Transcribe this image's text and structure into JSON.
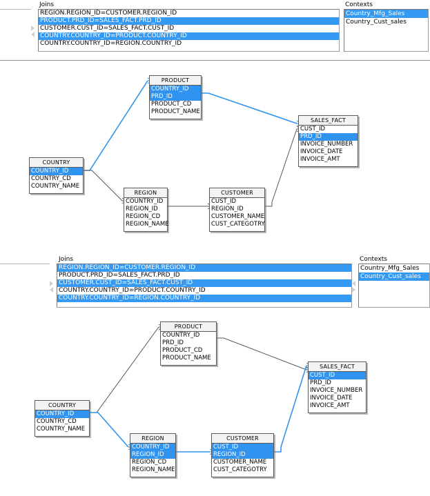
{
  "panels": [
    {
      "id": "panel-top",
      "joins_label": "Joins",
      "contexts_label": "Contexts",
      "joins": [
        {
          "text": "REGION.REGION_ID=CUSTOMER.REGION_ID",
          "selected": false
        },
        {
          "text": "PRODUCT.PRD_ID=SALES_FACT.PRD_ID",
          "selected": true
        },
        {
          "text": "CUSTOMER.CUST_ID=SALES_FACT.CUST_ID",
          "selected": false
        },
        {
          "text": "COUNTRY.COUNTRY_ID=PRODUCT.COUNTRY_ID",
          "selected": true
        },
        {
          "text": "COUNTRY.COUNTRY_ID=REGION.COUNTRY_ID",
          "selected": false
        }
      ],
      "contexts": [
        {
          "text": "Country_Mfg_Sales",
          "selected": true
        },
        {
          "text": "Country_Cust_sales",
          "selected": false
        }
      ]
    },
    {
      "id": "panel-bottom",
      "joins_label": "Joins",
      "contexts_label": "Contexts",
      "joins": [
        {
          "text": "REGION.REGION_ID=CUSTOMER.REGION_ID",
          "selected": true
        },
        {
          "text": "PRODUCT.PRD_ID=SALES_FACT.PRD_ID",
          "selected": false
        },
        {
          "text": "CUSTOMER.CUST_ID=SALES_FACT.CUST_ID",
          "selected": true
        },
        {
          "text": "COUNTRY.COUNTRY_ID=PRODUCT.COUNTRY_ID",
          "selected": false
        },
        {
          "text": "COUNTRY.COUNTRY_ID=REGION.COUNTRY_ID",
          "selected": true
        }
      ],
      "contexts": [
        {
          "text": "Country_Mfg_Sales",
          "selected": false
        },
        {
          "text": "Country_Cust_sales",
          "selected": true
        }
      ]
    }
  ],
  "diagrams": [
    {
      "id": "diagram-top",
      "tables": [
        {
          "name": "PRODUCT",
          "columns": [
            {
              "name": "COUNTRY_ID",
              "selected": true
            },
            {
              "name": "PRD_ID",
              "selected": true
            },
            {
              "name": "PRODUCT_CD",
              "selected": false
            },
            {
              "name": "PRODUCT_NAME",
              "selected": false
            }
          ]
        },
        {
          "name": "SALES_FACT",
          "columns": [
            {
              "name": "CUST_ID",
              "selected": false
            },
            {
              "name": "PRD_ID",
              "selected": true
            },
            {
              "name": "INVOICE_NUMBER",
              "selected": false
            },
            {
              "name": "INVOICE_DATE",
              "selected": false
            },
            {
              "name": "INVOICE_AMT",
              "selected": false
            }
          ]
        },
        {
          "name": "COUNTRY",
          "columns": [
            {
              "name": "COUNTRY_ID",
              "selected": true
            },
            {
              "name": "COUNTRY_CD",
              "selected": false
            },
            {
              "name": "COUNTRY_NAME",
              "selected": false
            }
          ]
        },
        {
          "name": "REGION",
          "columns": [
            {
              "name": "COUNTRY_ID",
              "selected": false
            },
            {
              "name": "REGION_ID",
              "selected": false
            },
            {
              "name": "REGION_CD",
              "selected": false
            },
            {
              "name": "REGION_NAME",
              "selected": false
            }
          ]
        },
        {
          "name": "CUSTOMER",
          "columns": [
            {
              "name": "CUST_ID",
              "selected": false
            },
            {
              "name": "REGION_ID",
              "selected": false
            },
            {
              "name": "CUSTOMER_NAME",
              "selected": false
            },
            {
              "name": "CUST_CATEGOTRY",
              "selected": false
            }
          ]
        }
      ],
      "links": [
        {
          "from": "COUNTRY",
          "to": "PRODUCT",
          "highlighted": true
        },
        {
          "from": "PRODUCT",
          "to": "SALES_FACT",
          "highlighted": true
        },
        {
          "from": "COUNTRY",
          "to": "REGION",
          "highlighted": false
        },
        {
          "from": "REGION",
          "to": "CUSTOMER",
          "highlighted": false
        },
        {
          "from": "CUSTOMER",
          "to": "SALES_FACT",
          "highlighted": false
        }
      ]
    },
    {
      "id": "diagram-bottom",
      "tables": [
        {
          "name": "PRODUCT",
          "columns": [
            {
              "name": "COUNTRY_ID",
              "selected": false
            },
            {
              "name": "PRD_ID",
              "selected": false
            },
            {
              "name": "PRODUCT_CD",
              "selected": false
            },
            {
              "name": "PRODUCT_NAME",
              "selected": false
            }
          ]
        },
        {
          "name": "SALES_FACT",
          "columns": [
            {
              "name": "CUST_ID",
              "selected": true
            },
            {
              "name": "PRD_ID",
              "selected": false
            },
            {
              "name": "INVOICE_NUMBER",
              "selected": false
            },
            {
              "name": "INVOICE_DATE",
              "selected": false
            },
            {
              "name": "INVOICE_AMT",
              "selected": false
            }
          ]
        },
        {
          "name": "COUNTRY",
          "columns": [
            {
              "name": "COUNTRY_ID",
              "selected": true
            },
            {
              "name": "COUNTRY_CD",
              "selected": false
            },
            {
              "name": "COUNTRY_NAME",
              "selected": false
            }
          ]
        },
        {
          "name": "REGION",
          "columns": [
            {
              "name": "COUNTRY_ID",
              "selected": true
            },
            {
              "name": "REGION_ID",
              "selected": true
            },
            {
              "name": "REGION_CD",
              "selected": false
            },
            {
              "name": "REGION_NAME",
              "selected": false
            }
          ]
        },
        {
          "name": "CUSTOMER",
          "columns": [
            {
              "name": "CUST_ID",
              "selected": true
            },
            {
              "name": "REGION_ID",
              "selected": true
            },
            {
              "name": "CUSTOMER_NAME",
              "selected": false
            },
            {
              "name": "CUST_CATEGOTRY",
              "selected": false
            }
          ]
        }
      ],
      "links": [
        {
          "from": "COUNTRY",
          "to": "PRODUCT",
          "highlighted": false
        },
        {
          "from": "PRODUCT",
          "to": "SALES_FACT",
          "highlighted": false
        },
        {
          "from": "COUNTRY",
          "to": "REGION",
          "highlighted": true
        },
        {
          "from": "REGION",
          "to": "CUSTOMER",
          "highlighted": true
        },
        {
          "from": "CUSTOMER",
          "to": "SALES_FACT",
          "highlighted": true
        }
      ]
    }
  ],
  "colors": {
    "selection": "#3399f3",
    "link_highlight": "#2f93ef",
    "link_normal": "#555555",
    "panel_bg": "#f1efe7",
    "list_bg": "#ffffff"
  }
}
